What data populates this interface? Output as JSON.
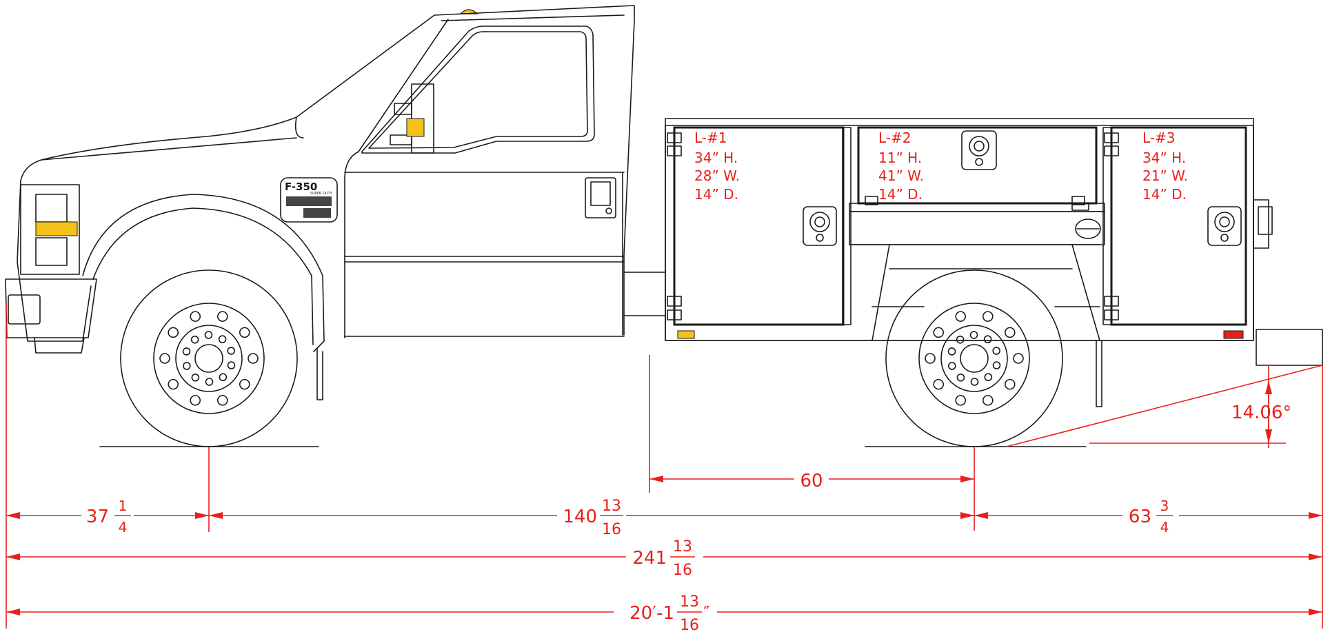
{
  "truck": {
    "badge": "F-350",
    "badge_sub": "SUPER DUTY"
  },
  "compartments": [
    {
      "id": "L-#1",
      "lines": [
        "34” H.",
        "28” W.",
        "14” D."
      ]
    },
    {
      "id": "L-#2",
      "lines": [
        "11” H.",
        "41” W.",
        "14” D."
      ]
    },
    {
      "id": "L-#3",
      "lines": [
        "34” H.",
        "21” W.",
        "14” D."
      ]
    }
  ],
  "dimensions": {
    "front_overhang": {
      "whole": "37",
      "num": "1",
      "den": "4"
    },
    "wheelbase": {
      "whole": "140",
      "num": "13",
      "den": "16"
    },
    "rear_overhang": {
      "whole": "63",
      "num": "3",
      "den": "4"
    },
    "axle_to_body": {
      "value": "60"
    },
    "overall": {
      "whole": "241",
      "num": "13",
      "den": "16"
    },
    "overall_ft": {
      "prefix": "20′-1",
      "num": "13",
      "den": "16",
      "suffix": "″"
    },
    "departure_angle": "14.06°"
  },
  "colors": {
    "line": "#1a1a1a",
    "dimension": "#e8201b",
    "amber_light": "#f4c21b",
    "red_light": "#e8201b"
  }
}
